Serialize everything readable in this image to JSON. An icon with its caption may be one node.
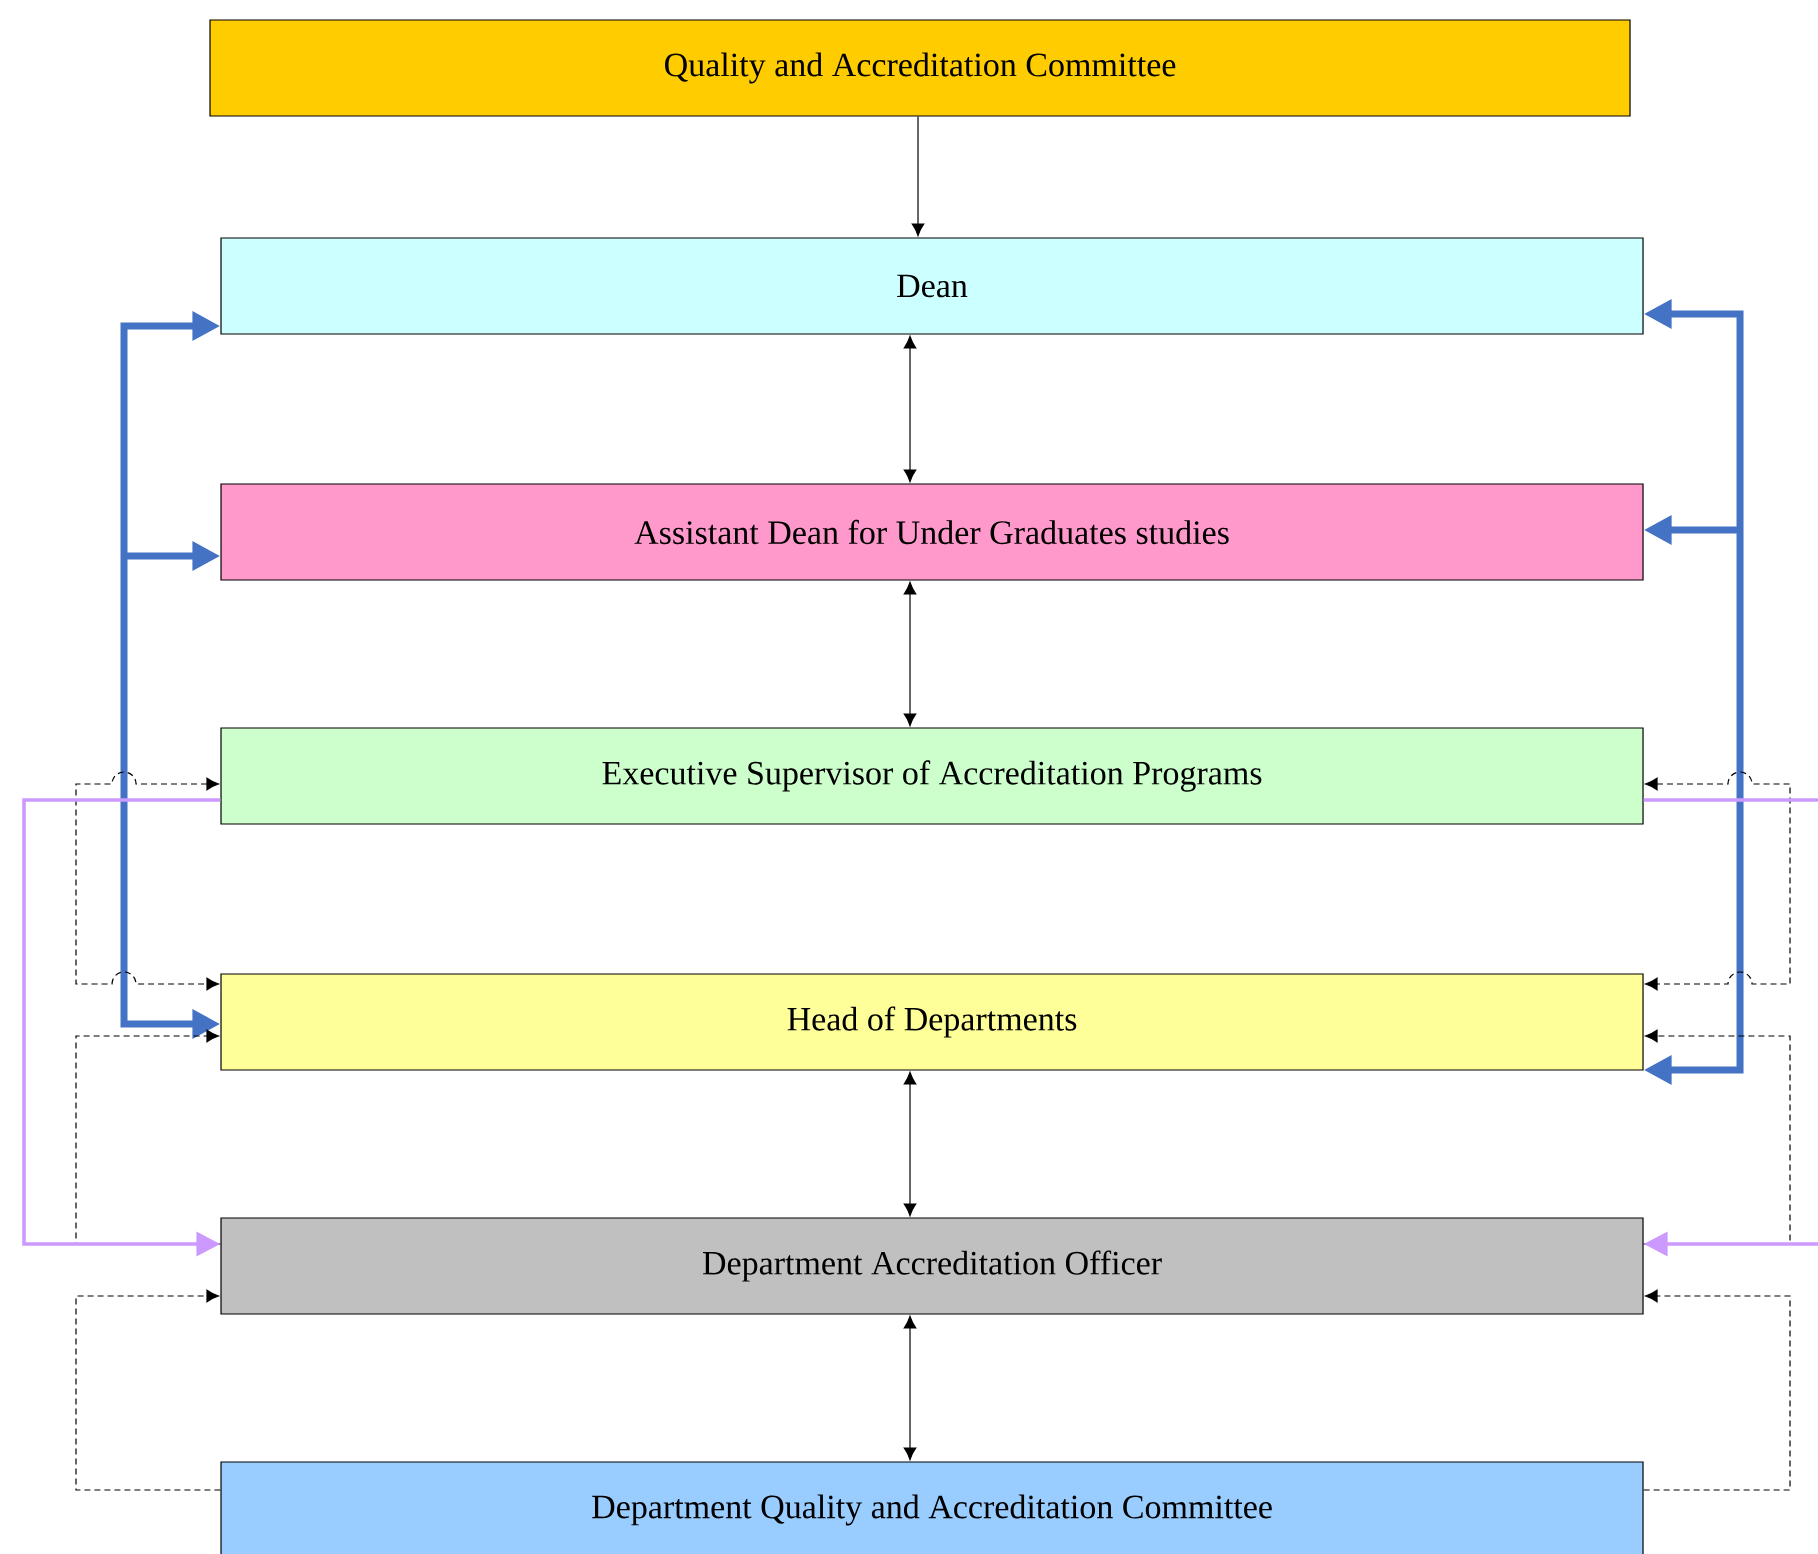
{
  "diagram": {
    "nodes": [
      {
        "text": [
          "Quality and Accreditation Committee"
        ]
      },
      {
        "text": [
          "Dean"
        ]
      },
      {
        "text": [
          "Assistant Dean for Under Graduates studies"
        ]
      },
      {
        "text": [
          "Executive Supervisor of Accreditation Programs"
        ]
      },
      {
        "text": [
          "Head of Departments"
        ]
      },
      {
        "text": [
          "Department Accreditation Officer"
        ]
      },
      {
        "text": [
          "Department Quality and Accreditation Committee"
        ]
      }
    ],
    "edges": [
      {
        "from": 0,
        "to": 1,
        "arrow": "to"
      },
      {
        "from": 1,
        "to": 2,
        "arrow": "both"
      },
      {
        "from": 2,
        "to": 3,
        "arrow": "both"
      },
      {
        "from": 4,
        "to": 5,
        "arrow": "both"
      },
      {
        "from": 5,
        "to": 6,
        "arrow": "both"
      },
      {
        "from": 4,
        "to": 1,
        "arrow": "both",
        "style": "thick",
        "color": "#4472c4"
      },
      {
        "from": null,
        "to": 2,
        "arrow": "to",
        "style": "thick",
        "color": "#4472c4"
      },
      {
        "from": 4,
        "to": 1,
        "arrow": "both",
        "style": "thick",
        "color": "#4472c4"
      },
      {
        "from": null,
        "to": 2,
        "arrow": "to",
        "style": "thick",
        "color": "#4472c4"
      },
      {
        "from": 3,
        "to": 4,
        "arrow": "both",
        "style": "dashed"
      },
      {
        "from": 5,
        "to": 4,
        "arrow": "to",
        "style": "dashed"
      },
      {
        "from": 6,
        "to": 5,
        "arrow": "to",
        "style": "dashed"
      },
      {
        "from": 3,
        "to": 4,
        "arrow": "both",
        "style": "dashed"
      },
      {
        "from": 5,
        "to": 4,
        "arrow": "to",
        "style": "dashed"
      },
      {
        "from": 6,
        "to": 5,
        "arrow": "to",
        "style": "dashed"
      },
      {
        "from": 3,
        "to": 5,
        "arrow": "to",
        "color": "#cc99ff"
      },
      {
        "from": 3,
        "to": 5,
        "arrow": "to",
        "color": "#cc99ff"
      }
    ]
  }
}
